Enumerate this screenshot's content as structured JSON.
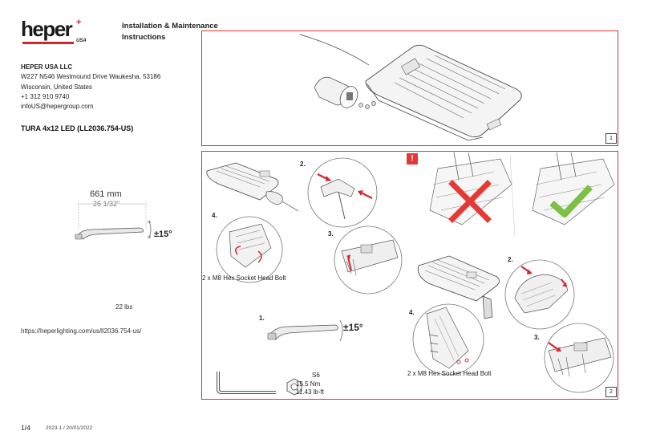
{
  "brand": {
    "name": "heper",
    "suffix": "USA",
    "accent": "#d6262b"
  },
  "document": {
    "title_line1": "Installation & Maintenance",
    "title_line2": "Instructions"
  },
  "company": {
    "name": "HEPER USA LLC",
    "address1": "W227 N546 Westmound Drive Waukesha, 53186",
    "address2": "Wisconsin, United States",
    "phone": "+1 312 910 9740",
    "email": "infoUS@hepergroup.com"
  },
  "product": {
    "name": "TURA 4x12 LED (LL2036.754-US)"
  },
  "specs": {
    "length_mm": "661 mm",
    "length_in": "26 1/32\"",
    "tilt": "±15°",
    "weight": "22 lbs"
  },
  "url": "https://heperlighting.com/us/ll2036.754-us/",
  "footer": {
    "page": "1/4",
    "version": "2023-1 / 20/01/2022"
  },
  "panel1": {
    "number": "1"
  },
  "panel2": {
    "number": "2",
    "steps": {
      "s1": "1.",
      "s2a": "2.",
      "s3a": "3.",
      "s4a": "4.",
      "s2b": "2.",
      "s3b": "3.",
      "s4b": "4."
    },
    "bolt_label_left": "2 x M8 Hex Socket Head Bolt",
    "bolt_label_right": "2 x M8 Hex Socket Head Bolt",
    "tilt": "±15°",
    "warning_symbol": "!",
    "torque": {
      "size": "S6",
      "nm": "15.5 Nm",
      "lbft": "11.43 lb-ft"
    }
  }
}
